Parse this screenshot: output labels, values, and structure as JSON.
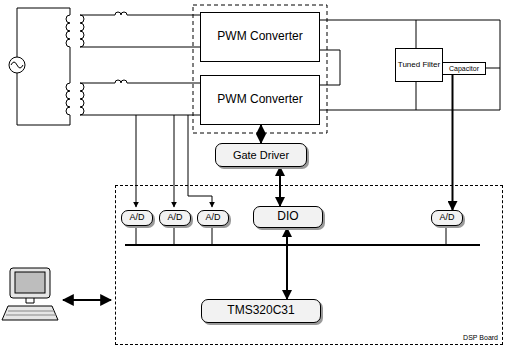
{
  "diagram": {
    "nodes": [
      {
        "text": [
          "PWM Converter"
        ]
      },
      {
        "text": [
          "PWM Converter"
        ]
      },
      {
        "text": [
          "Tuned Filter"
        ]
      },
      {
        "text": [
          "Capacitor"
        ]
      },
      {
        "text": [
          "Gate Driver"
        ]
      },
      {
        "text": [
          "DSP Board"
        ]
      },
      {
        "text": [
          "A/D"
        ],
        "in": 5
      },
      {
        "text": [
          "A/D"
        ],
        "in": 5
      },
      {
        "text": [
          "A/D"
        ],
        "in": 5
      },
      {
        "text": [
          "DIO"
        ],
        "in": 5
      },
      {
        "text": [
          "A/D"
        ],
        "in": 5
      },
      {
        "text": [
          "TMS320C31"
        ],
        "in": 5
      }
    ],
    "edges": [
      {
        "from": 4,
        "to": 1,
        "arrow": "both"
      },
      {
        "from": 9,
        "to": 4,
        "arrow": "both"
      },
      {
        "from": 9,
        "to": 11,
        "arrow": "both"
      },
      {
        "from": 2,
        "to": 3,
        "arrow": "none"
      },
      {
        "from": 3,
        "to": 10,
        "arrow": "to"
      }
    ]
  }
}
